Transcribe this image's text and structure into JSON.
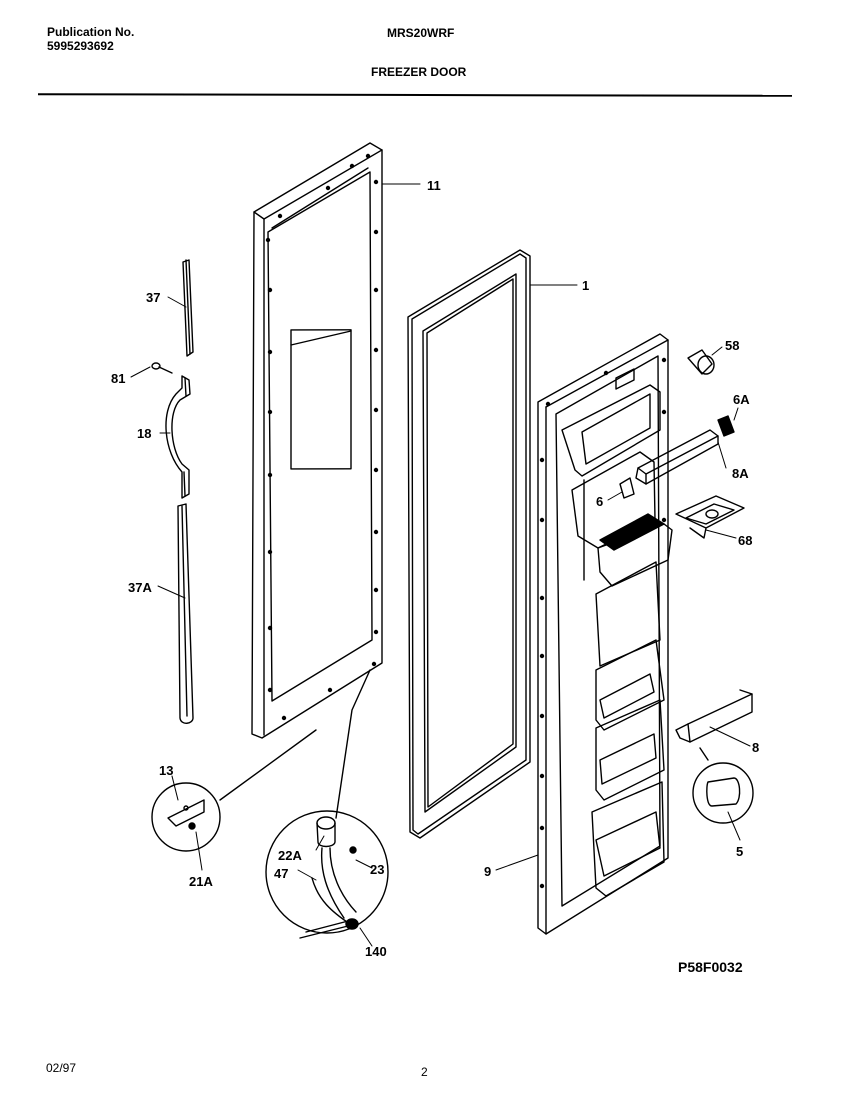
{
  "header": {
    "publication_label": "Publication No.",
    "publication_number": "5995293692",
    "model": "MRS20WRF",
    "section_title": "FREEZER DOOR"
  },
  "callouts": {
    "c11": "11",
    "c1": "1",
    "c58": "58",
    "c6A": "6A",
    "c8A": "8A",
    "c6": "6",
    "c68": "68",
    "c37": "37",
    "c81": "81",
    "c18": "18",
    "c37A": "37A",
    "c8": "8",
    "c5": "5",
    "c13": "13",
    "c21A": "21A",
    "c22A": "22A",
    "c47": "47",
    "c23": "23",
    "c140": "140",
    "c9": "9"
  },
  "drawing_code": "P58F0032",
  "footer": {
    "date": "02/97",
    "page": "2"
  }
}
